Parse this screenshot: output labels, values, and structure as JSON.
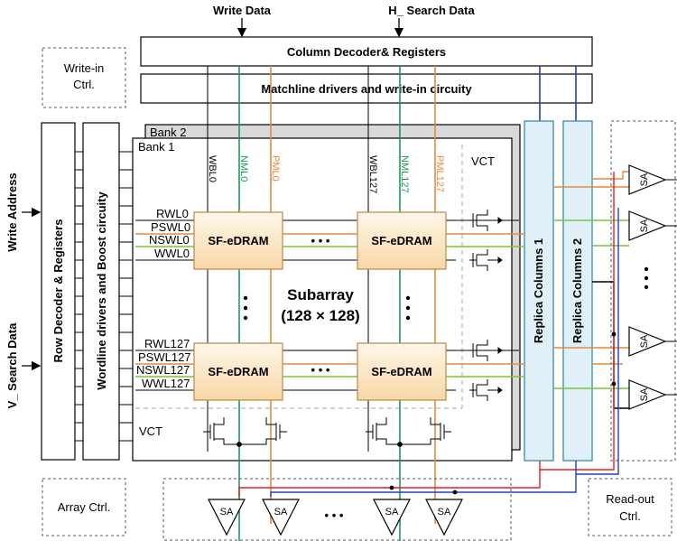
{
  "inputs": {
    "write_data": "Write Data",
    "h_search_data": "H_ Search Data",
    "write_address": "Write Address",
    "v_search_data": "V_ Search Data"
  },
  "blocks": {
    "column_decoder": "Column Decoder& Registers",
    "matchline_drivers": "Matchline drivers and write-in circuity",
    "write_in_ctrl_1": "Write-in",
    "write_in_ctrl_2": "Ctrl.",
    "row_decoder": "Row Decoder & Registers",
    "wordline_drivers": "Wordline drivers and Boost circuity",
    "array_ctrl": "Array Ctrl.",
    "readout_ctrl_1": "Read-out",
    "readout_ctrl_2": "Ctrl.",
    "replica_1": "Replica Columns 1",
    "replica_2": "Replica  Columns 2"
  },
  "banks": {
    "bank2": "Bank 2",
    "bank1": "Bank 1"
  },
  "columns": {
    "col0": [
      "WBL0",
      "NML0",
      "PML0"
    ],
    "col127": [
      "WBL127",
      "NML127",
      "PML127"
    ],
    "vct": "VCT"
  },
  "rows": {
    "row0": [
      "RWL0",
      "PSWL0",
      "NSWL0",
      "WWL0"
    ],
    "row127": [
      "RWL127",
      "PSWL127",
      "NSWL127",
      "WWL127"
    ]
  },
  "cell_label": "SF-eDRAM",
  "subarray": {
    "title": "Subarray",
    "size": "(128 × 128)"
  },
  "vct_bottom": "VCT",
  "sense_amp": "SA",
  "ellipsis_h": "• • •",
  "ellipsis_v": "•\n•\n•",
  "colors": {
    "nml_green": "#1a9a5a",
    "pml_orange": "#e8893a",
    "replica_blue": "#2040c0",
    "replica_red": "#e02020",
    "replica_fill": "#dff0f8",
    "cell_fill": "#fbe3bf"
  }
}
